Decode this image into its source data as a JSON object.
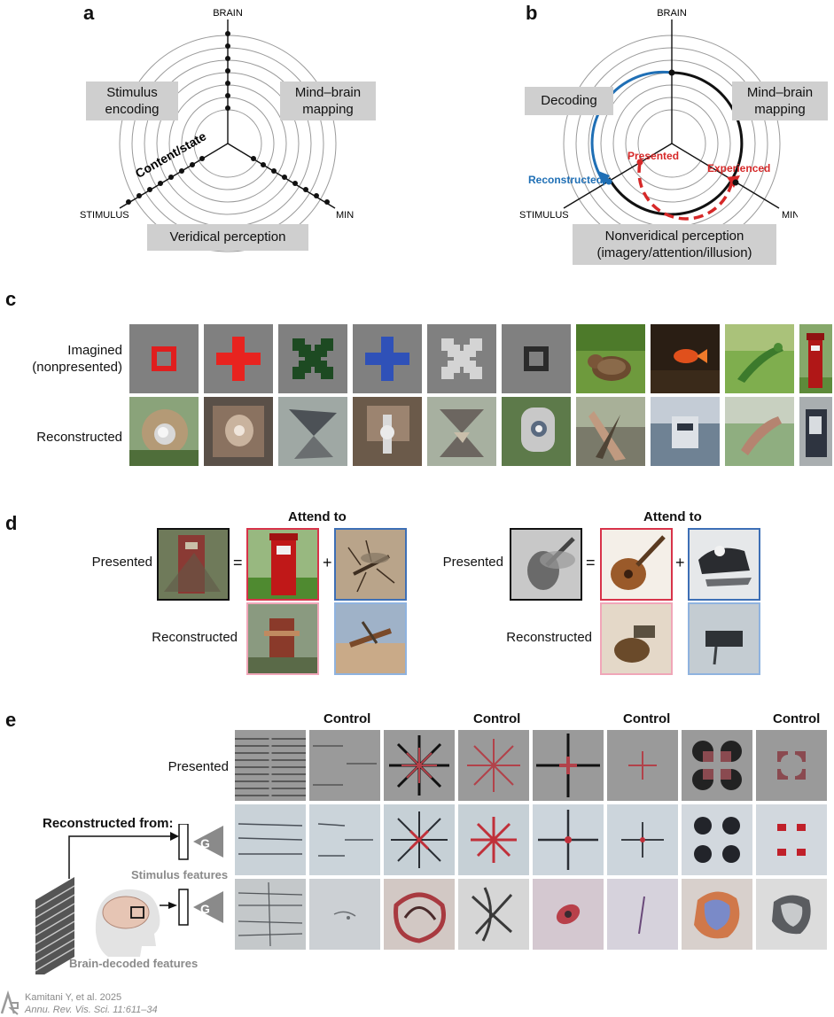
{
  "panels": {
    "a": "a",
    "b": "b",
    "c": "c",
    "d": "d",
    "e": "e"
  },
  "panel_a": {
    "axis_brain": "BRAIN",
    "axis_stimulus": "STIMULUS",
    "axis_mind": "MIND",
    "box_stimulus_encoding": [
      "Stimulus",
      "encoding"
    ],
    "box_mind_brain": [
      "Mind–brain",
      "mapping"
    ],
    "box_veridical": "Veridical perception",
    "axis_caption": "Content/state"
  },
  "panel_b": {
    "axis_brain": "BRAIN",
    "axis_stimulus": "STIMULUS",
    "axis_mind": "MIND",
    "box_decoding": "Decoding",
    "box_mind_brain": [
      "Mind–brain",
      "mapping"
    ],
    "box_nonveridical": [
      "Nonveridical perception",
      "(imagery/attention/illusion)"
    ],
    "label_presented": "Presented",
    "label_experienced": "Experienced",
    "label_reconstructed": "Reconstructed",
    "colors": {
      "decoding": "#1f6fb5",
      "experienced": "#d62828",
      "mapping": "#111111"
    }
  },
  "panel_c": {
    "row_imagined": [
      "Imagined",
      "(nonpresented)"
    ],
    "row_reconstructed": "Reconstructed"
  },
  "panel_d": {
    "attend_to": "Attend to",
    "presented": "Presented",
    "reconstructed": "Reconstructed",
    "equals": "=",
    "plus": "+",
    "colors": {
      "red": "#d8334a",
      "blue": "#3d6fb6",
      "pink": "#f0a6b8",
      "lightblue": "#8fb3df"
    }
  },
  "panel_e": {
    "control": "Control",
    "presented": "Presented",
    "reconstructed_from": "Reconstructed from:",
    "g_label": "G",
    "stimulus_features": "Stimulus features",
    "brain_features": "Brain-decoded features"
  },
  "credit": {
    "line1": "Kamitani Y, et al. 2025",
    "line2": "Annu. Rev. Vis. Sci. 11:611–34"
  }
}
